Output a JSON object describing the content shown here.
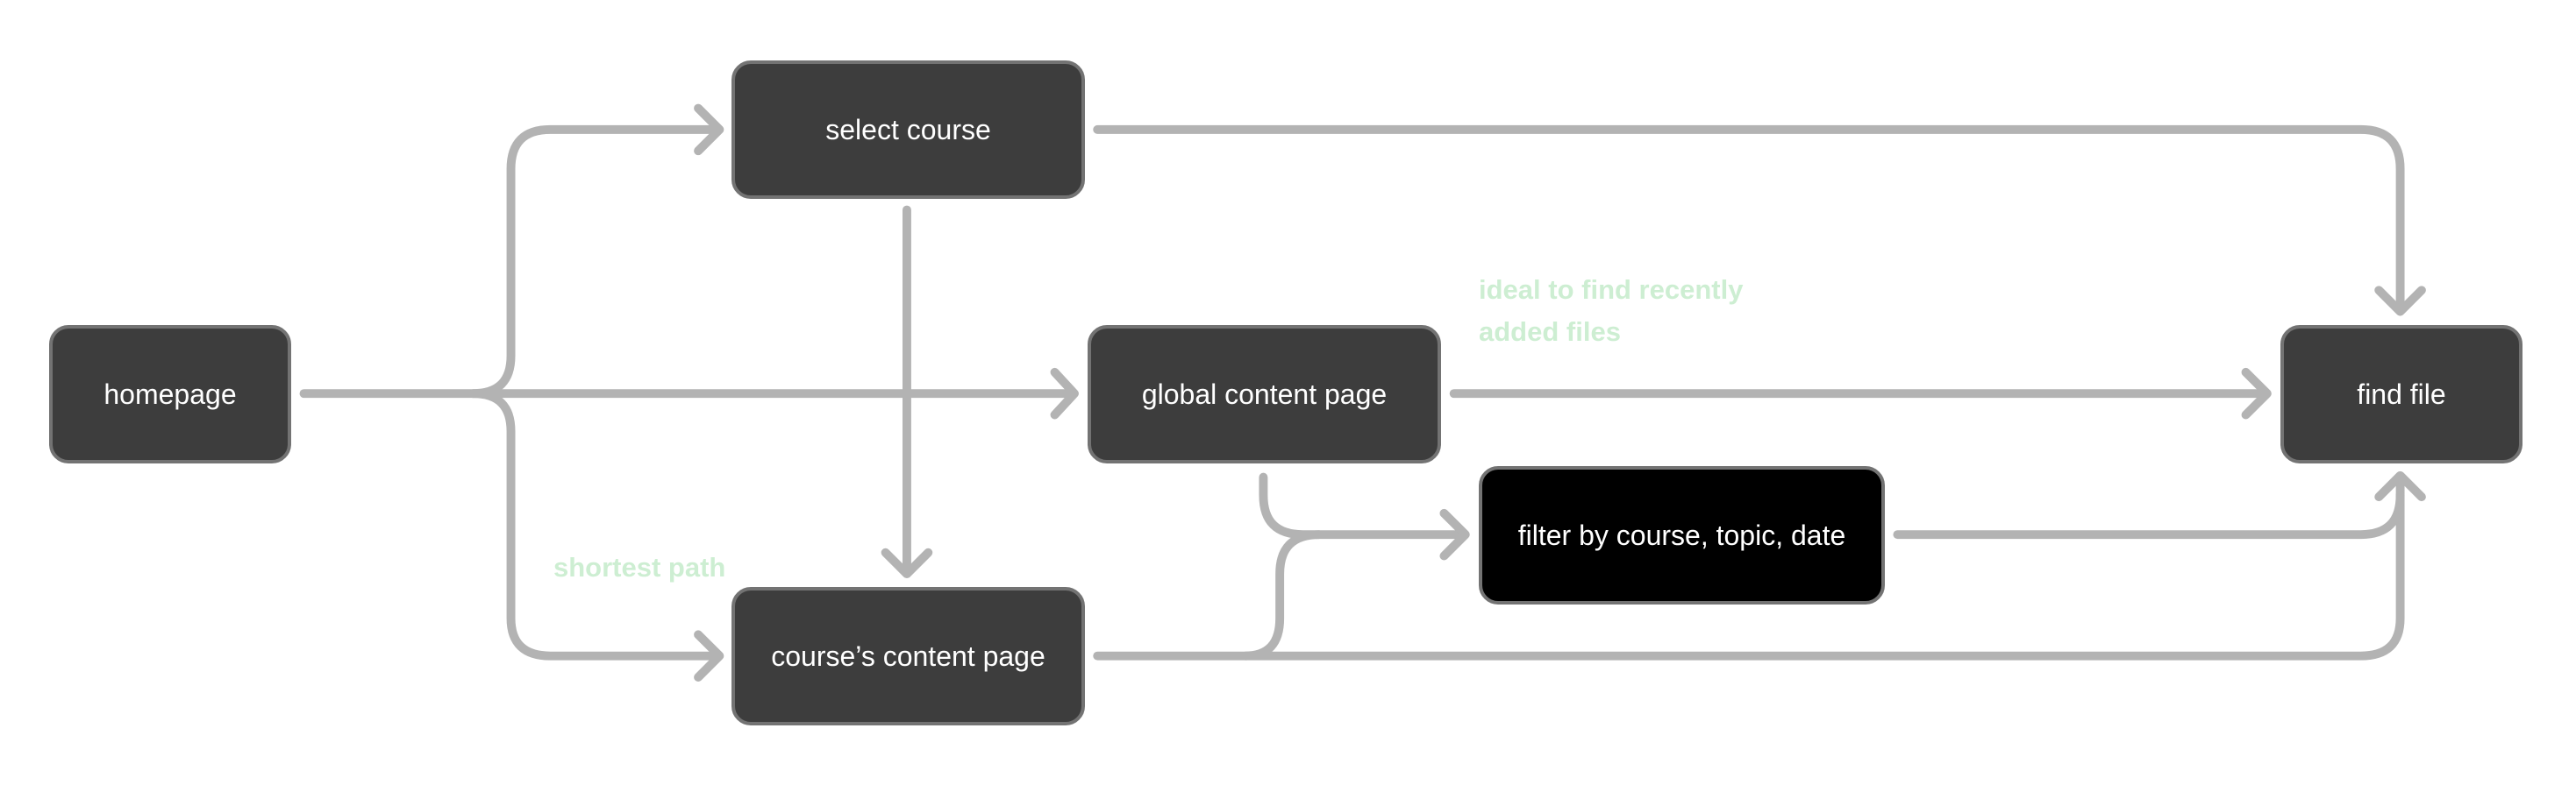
{
  "diagram": {
    "title": "",
    "nodes": [
      {
        "id": "homepage",
        "label": "homepage",
        "style": "default"
      },
      {
        "id": "select_course",
        "label": "select course",
        "style": "default"
      },
      {
        "id": "global_content",
        "label": "global content page",
        "style": "default"
      },
      {
        "id": "course_content",
        "label": "course’s content page",
        "style": "default"
      },
      {
        "id": "filter",
        "label": "filter by course, topic, date",
        "style": "highlight"
      },
      {
        "id": "find_file",
        "label": "find file",
        "style": "default"
      }
    ],
    "edges": [
      {
        "from": "homepage",
        "to": "select_course"
      },
      {
        "from": "homepage",
        "to": "global_content"
      },
      {
        "from": "homepage",
        "to": "course_content"
      },
      {
        "from": "select_course",
        "to": "course_content"
      },
      {
        "from": "select_course",
        "to": "find_file"
      },
      {
        "from": "global_content",
        "to": "find_file"
      },
      {
        "from": "global_content",
        "to": "filter"
      },
      {
        "from": "course_content",
        "to": "filter"
      },
      {
        "from": "course_content",
        "to": "find_file"
      },
      {
        "from": "filter",
        "to": "find_file"
      }
    ],
    "annotations": [
      {
        "id": "ideal_note",
        "lines": [
          "ideal to find recently",
          "added files"
        ]
      },
      {
        "id": "shortest_note",
        "lines": [
          "shortest path"
        ]
      }
    ],
    "colors": {
      "node_fill": "#3d3d3d",
      "node_highlight_fill": "#000000",
      "node_border": "#737373",
      "edge": "#b3b3b3",
      "annotation": "#cdeed2",
      "text": "#ffffff"
    }
  }
}
